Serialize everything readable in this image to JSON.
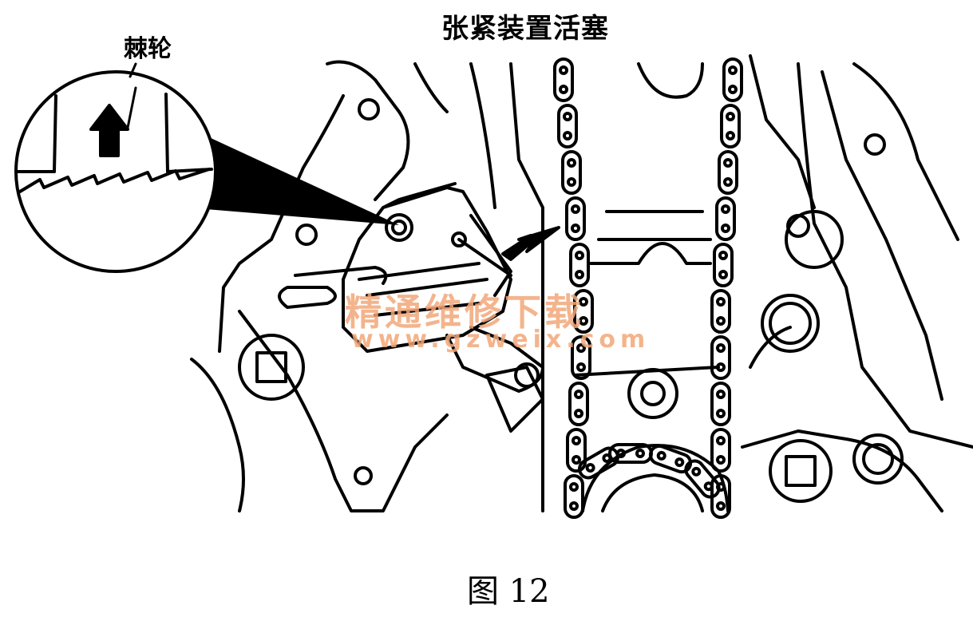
{
  "figure": {
    "title_label": "张紧装置活塞",
    "ratchet_label": "棘轮",
    "caption": "图 12"
  },
  "watermark": {
    "name": "精通维修下载",
    "url": "www.gzweix.com",
    "color": "#f2a87a"
  }
}
